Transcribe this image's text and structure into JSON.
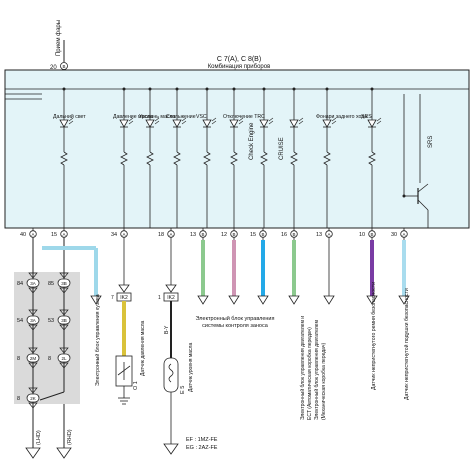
{
  "top_connector": {
    "wire": "Прием фары",
    "pin": "20",
    "conn": "B"
  },
  "panel": {
    "code": "C 7(A), C 8(B)",
    "title": "Комбинация приборов"
  },
  "indicators": [
    {
      "label": "Дальний свет"
    },
    {
      "label": "Давление масла"
    },
    {
      "label": "Уровень масла"
    },
    {
      "label": "Скольжение"
    },
    {
      "label": "VSC"
    },
    {
      "label": "Отключение TRC"
    },
    {
      "label": "Check Engine"
    },
    {
      "label": "CRUISE"
    },
    {
      "label": "Фонари заднего хода"
    },
    {
      "label": "SRS"
    }
  ],
  "pins": [
    {
      "num": "40",
      "conn": "A"
    },
    {
      "num": "15",
      "conn": "A"
    },
    {
      "num": "34",
      "conn": "A"
    },
    {
      "num": "18",
      "conn": "A"
    },
    {
      "num": "13",
      "conn": "B"
    },
    {
      "num": "12",
      "conn": "B"
    },
    {
      "num": "15",
      "conn": "B"
    },
    {
      "num": "16",
      "conn": "B"
    },
    {
      "num": "13",
      "conn": "A"
    },
    {
      "num": "10",
      "conn": "B"
    },
    {
      "num": "30",
      "conn": "A"
    }
  ],
  "left_connectors": [
    {
      "num": "84",
      "code": "3A"
    },
    {
      "num": "85",
      "code": "3B"
    },
    {
      "num": "54",
      "code": "3A"
    },
    {
      "num": "53",
      "code": "3B"
    },
    {
      "num": "8",
      "code": "2M"
    },
    {
      "num": "8",
      "code": "2L"
    },
    {
      "num": "8",
      "code": "2K"
    }
  ],
  "sensors": {
    "oil_pressure": {
      "pin_num": "7",
      "pin_code": "IK2",
      "label": "Датчик давления масла",
      "code": "О 1"
    },
    "oil_level": {
      "pin_num": "1",
      "pin_code": "IK2",
      "wire": "B-Y",
      "label": "Датчик уровня масла",
      "code": "Е 5"
    }
  },
  "wire_labels": {
    "ecu_body": "Электронный блок управления кузова",
    "abs_ecu": "Электронный блок управления системы контроля заноса",
    "engine_ecu": "Электронный блок управления двигателем и ECT (Автоматическая коробка передач) Электронный блок управления двигателем (Механическая коробка передач)",
    "seatbelt_sensor": "Датчик непристегнутой подушки безопасности",
    "seatbelt": "Датчик непристегнутого ремня безопасности",
    "ground_code": "EF : 1MZ-FE\nEG : 2AZ-FE",
    "ground_ef": "EF : 1MZ-FE",
    "ground_eg": "EG : 2AZ-FE",
    "lhd": "(LHD)",
    "rhd": "(RHD)"
  },
  "colors": {
    "panel_fill": "#e3f4f8",
    "wire_light_blue": "#9ed8ea",
    "wire_yellow": "#d9c23a",
    "wire_green": "#8cc98e",
    "wire_pink": "#cf95b4",
    "wire_cyan": "#23a9e8",
    "wire_purple": "#7a3ca4",
    "wire_sky": "#a9dcee",
    "gray_box": "#dadada"
  }
}
